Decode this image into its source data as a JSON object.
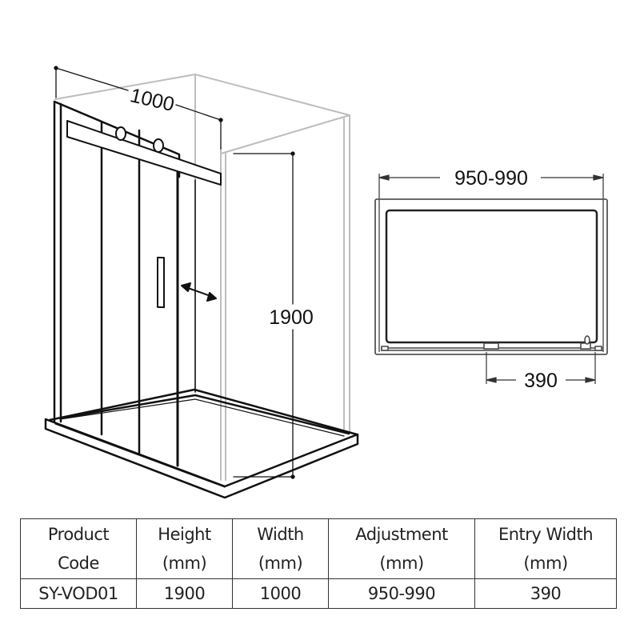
{
  "diagram": {
    "perspective_view": {
      "width_label": "1000",
      "height_label": "1900"
    },
    "plan_view": {
      "adjustment_label": "950-990",
      "entry_width_label": "390"
    }
  },
  "table": {
    "headers": [
      {
        "line1": "Product",
        "line2": "Code"
      },
      {
        "line1": "Height",
        "line2": "(mm)"
      },
      {
        "line1": "Width",
        "line2": "(mm)"
      },
      {
        "line1": "Adjustment",
        "line2": "(mm)"
      },
      {
        "line1": "Entry Width",
        "line2": "(mm)"
      }
    ],
    "rows": [
      [
        "SY-VOD01",
        "1900",
        "1000",
        "950-990",
        "390"
      ]
    ]
  },
  "colors": {
    "line_dark": "#111111",
    "line_light": "#bdbdbd",
    "table_border": "#333333"
  }
}
